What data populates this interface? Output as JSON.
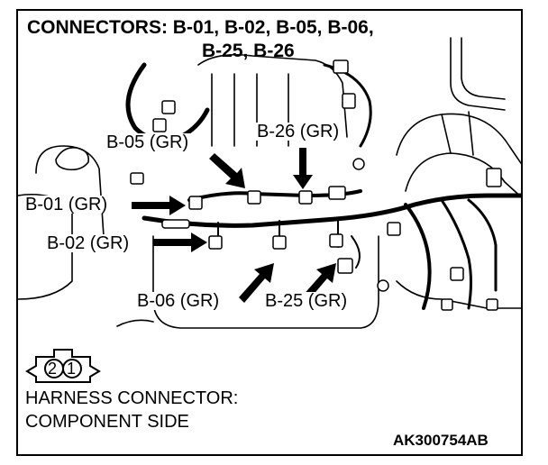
{
  "title": {
    "line1": "CONNECTORS: B-01, B-02, B-05, B-06,",
    "line2": "B-25, B-26"
  },
  "callouts": {
    "b01": "B-01 (GR)",
    "b02": "B-02 (GR)",
    "b05": "B-05 (GR)",
    "b06": "B-06 (GR)",
    "b25": "B-25 (GR)",
    "b26": "B-26 (GR)"
  },
  "connector_symbol": {
    "pin1": "1",
    "pin2": "2"
  },
  "legend": {
    "line1": "HARNESS CONNECTOR:",
    "line2": "COMPONENT SIDE"
  },
  "figure_code": "AK300754AB"
}
